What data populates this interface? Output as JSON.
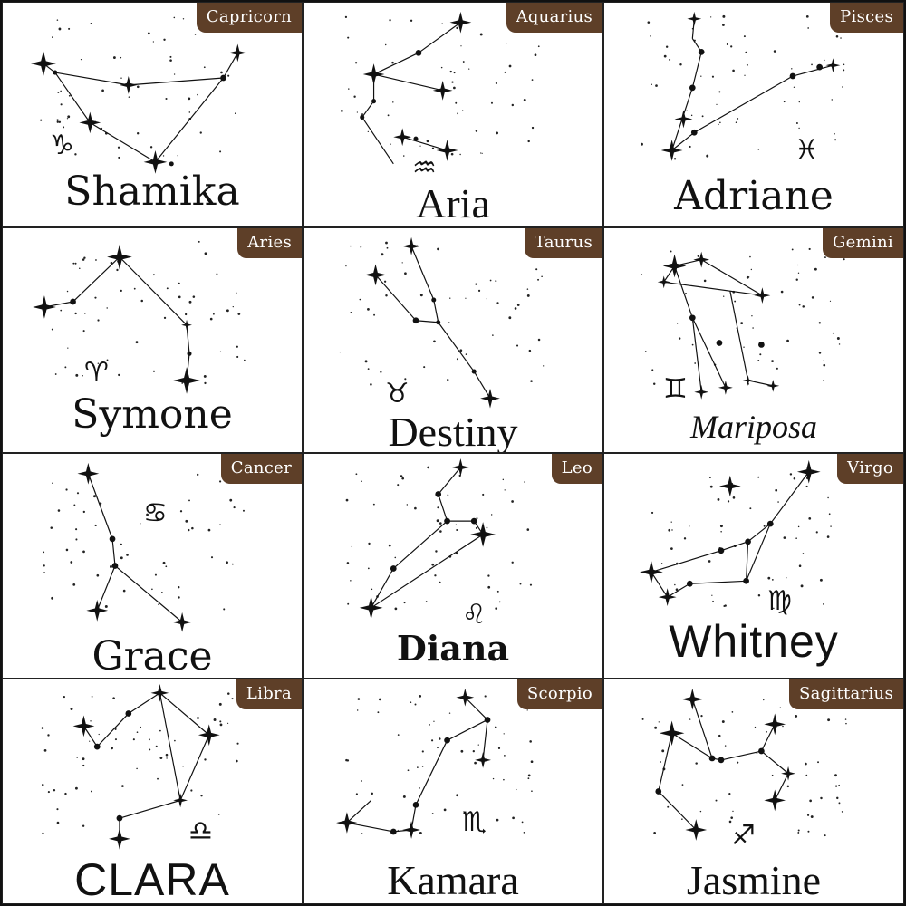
{
  "cells": [
    {
      "sign": "Capricorn",
      "name": "Shamika",
      "symbol": "♑",
      "symbol_icon": "capricorn-icon"
    },
    {
      "sign": "Aquarius",
      "name": "Aria",
      "symbol": "♒",
      "symbol_icon": "aquarius-icon"
    },
    {
      "sign": "Pisces",
      "name": "Adriane",
      "symbol": "♓",
      "symbol_icon": "pisces-icon"
    },
    {
      "sign": "Aries",
      "name": "Symone",
      "symbol": "♈",
      "symbol_icon": "aries-icon"
    },
    {
      "sign": "Taurus",
      "name": "Destiny",
      "symbol": "♉",
      "symbol_icon": "taurus-icon"
    },
    {
      "sign": "Gemini",
      "name": "Mariposa",
      "symbol": "♊",
      "symbol_icon": "gemini-icon"
    },
    {
      "sign": "Cancer",
      "name": "Grace",
      "symbol": "♋",
      "symbol_icon": "cancer-icon"
    },
    {
      "sign": "Leo",
      "name": "Diana",
      "symbol": "♌",
      "symbol_icon": "leo-icon"
    },
    {
      "sign": "Virgo",
      "name": "Whitney",
      "symbol": "♍",
      "symbol_icon": "virgo-icon"
    },
    {
      "sign": "Libra",
      "name": "CLARA",
      "symbol": "♎",
      "symbol_icon": "libra-icon"
    },
    {
      "sign": "Scorpio",
      "name": "Kamara",
      "symbol": "♏",
      "symbol_icon": "scorpio-icon"
    },
    {
      "sign": "Sagittarius",
      "name": "Jasmine",
      "symbol": "♐",
      "symbol_icon": "sagittarius-icon"
    }
  ],
  "colors": {
    "badge": "#5e3f28",
    "ink": "#111111",
    "background": "#ffffff"
  }
}
